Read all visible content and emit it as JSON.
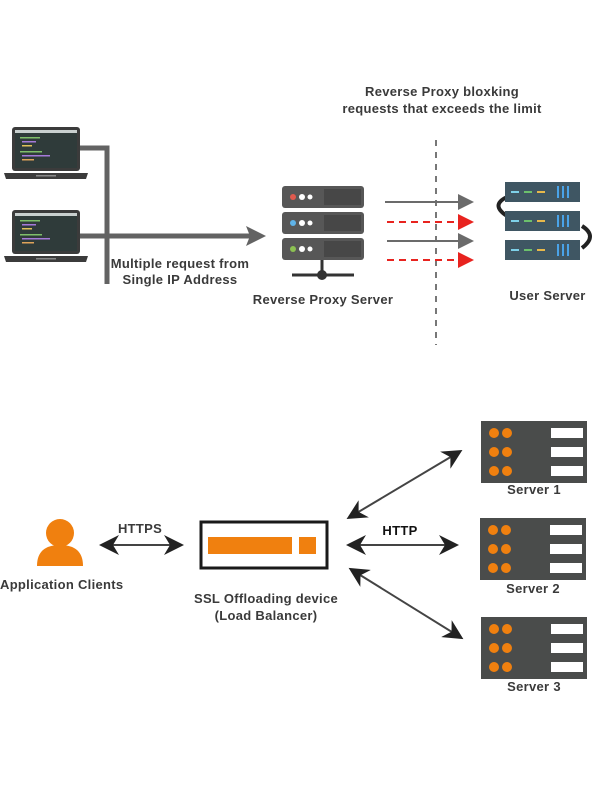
{
  "top_diagram": {
    "clients_label_line1": "Multiple request from",
    "clients_label_line2": "Single IP Address",
    "proxy_label": "Reverse Proxy Server",
    "blocking_label_line1": "Reverse Proxy bloxking",
    "blocking_label_line2": "requests that exceeds the limit",
    "user_server_label": "User Server",
    "clients": [
      {
        "icon": "laptop-icon"
      },
      {
        "icon": "laptop-icon"
      }
    ],
    "requests": [
      {
        "status": "allowed",
        "style": "solid",
        "color": "#6b6b6b"
      },
      {
        "status": "blocked",
        "style": "dashed",
        "color": "#e8231f"
      },
      {
        "status": "allowed",
        "style": "solid",
        "color": "#6b6b6b"
      },
      {
        "status": "blocked",
        "style": "dashed",
        "color": "#e8231f"
      }
    ],
    "proxy_led_colors": [
      "#e05a4e",
      "#5fb3e8",
      "#8cc152"
    ]
  },
  "bottom_diagram": {
    "client_label": "Application Clients",
    "https_label": "HTTPS",
    "http_label": "HTTP",
    "lb_label_line1": "SSL Offloading device",
    "lb_label_line2": "(Load Balancer)",
    "servers": [
      {
        "label": "Server 1"
      },
      {
        "label": "Server 2"
      },
      {
        "label": "Server 3"
      }
    ],
    "accent_color": "#f0800f",
    "server_color": "#4a4c4b"
  }
}
